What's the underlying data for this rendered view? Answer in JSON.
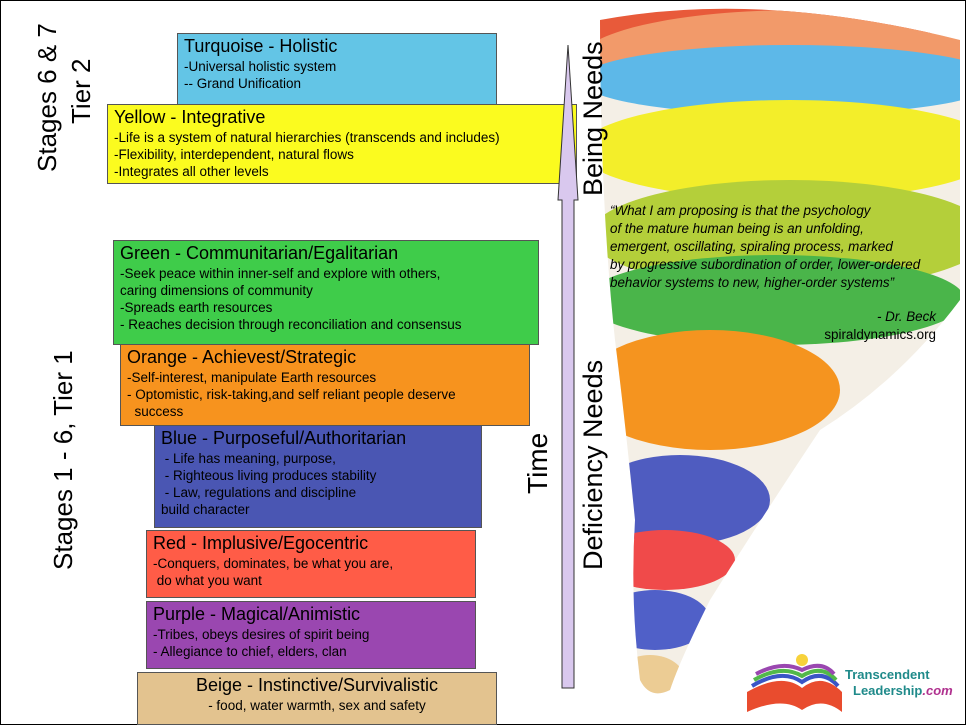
{
  "stages": {
    "upper_line1": "Stages 6 & 7",
    "upper_line2": "Tier 2",
    "lower": "Stages 1 - 6, Tier 1"
  },
  "boxes": {
    "turquoise": {
      "title": "Turquoise - Holistic",
      "items": [
        "-Universal holistic system",
        "-- Grand Unification"
      ]
    },
    "yellow": {
      "title": "Yellow - Integrative",
      "items": [
        "-Life is a system of natural hierarchies (transcends and includes)",
        "-Flexibility, interdependent, natural flows",
        "-Integrates all other levels"
      ]
    },
    "green": {
      "title": "Green - Communitarian/Egalitarian",
      "items": [
        "-Seek peace within inner-self and explore with others,",
        "caring dimensions of community",
        "-Spreads earth resources",
        "- Reaches decision through reconciliation and consensus"
      ]
    },
    "orange": {
      "title": "Orange - Achievest/Strategic",
      "items": [
        "-Self-interest, manipulate Earth resources",
        "- Optomistic, risk-taking,and self reliant people deserve",
        "  success"
      ]
    },
    "blue": {
      "title": "Blue - Purposeful/Authoritarian",
      "items": [
        " - Life has meaning, purpose,",
        " - Righteous living produces stability",
        " - Law, regulations and discipline",
        "build character"
      ]
    },
    "red": {
      "title": "Red - Implusive/Egocentric",
      "items": [
        "-Conquers, dominates, be what you are,",
        " do what you want"
      ]
    },
    "purple": {
      "title": "Purple - Magical/Animistic",
      "items": [
        "-Tribes, obeys desires of spirit being",
        "- Allegiance to chief, elders, clan"
      ]
    },
    "beige": {
      "title": "Beige - Instinctive/Survivalistic",
      "items": [
        "- food, water warmth, sex and safety"
      ]
    }
  },
  "arrow_labels": {
    "time": "Time",
    "being": "Being Needs",
    "deficiency": "Deficiency Needs"
  },
  "quote": {
    "lines": [
      "“What I am proposing is that the psychology",
      "of the mature human being is an unfolding,",
      "emergent, oscillating, spiraling process, marked",
      "by progressive subordination of order, lower-ordered",
      "behavior systems to new, higher-order systems”"
    ],
    "attribution": "- Dr. Beck",
    "site": "spiraldynamics.org"
  },
  "logo": {
    "line1": "Transcendent",
    "line2": "Leadership",
    "suffix": ".com"
  },
  "colors": {
    "turquoise": "#63c5e6",
    "yellow": "#fbfb1f",
    "green": "#3fcc4a",
    "orange": "#f7931e",
    "blue": "#4a56b3",
    "red": "#ff5c47",
    "purple": "#9a47b0",
    "beige": "#e3c38f",
    "arrow": "#d9c8ee"
  }
}
